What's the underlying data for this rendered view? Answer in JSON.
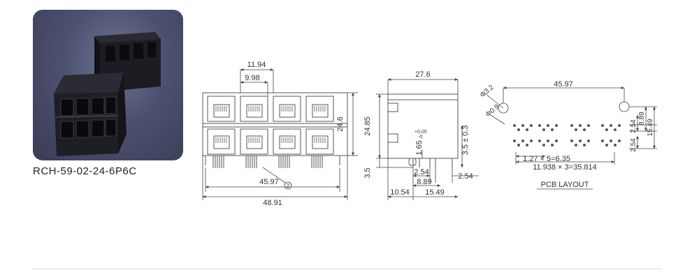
{
  "product": {
    "part_number": "RCH-59-02-24-6P6C"
  },
  "front_view": {
    "dim_pitch": "11.94",
    "dim_port": "9.98",
    "dim_height": "24.6",
    "dim_pin_span": "45.97",
    "dim_total_width": "48.91",
    "callout": "2"
  },
  "side_view": {
    "dim_depth": "27.6",
    "dim_body_height": "24.85",
    "dim_pin_height": "3.5",
    "dim_post_height": "1.65",
    "tol_upper": "+0.05",
    "tol_lower": "-0",
    "dim_pin_length": "3.5 ± 0.3",
    "dim_pitch_a": "2.54",
    "dim_pitch_b": "2.54",
    "dim_offset_a": "8.89",
    "dim_offset_b": "10.54",
    "dim_offset_c": "15.49"
  },
  "pcb_layout": {
    "title": "PCB LAYOUT",
    "dim_width": "45.97",
    "hole_large": "Φ3.2",
    "hole_small": "Φ0.9",
    "dim_row_a": "2.54",
    "dim_row_b": "8.89",
    "dim_row_c": "15.49",
    "dim_row_d": "2.54",
    "dim_pin_pitch": "1.27 × 5=6.35",
    "dim_port_pitch": "11.938 × 3=35.814"
  }
}
